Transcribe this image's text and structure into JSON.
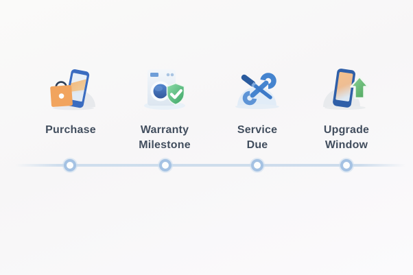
{
  "page": {
    "background_top": "#fafaf9",
    "background_bottom": "#fbfafc"
  },
  "timeline": {
    "line_color": "#cfdeed",
    "node_ring_color": "#a5c2e3",
    "node_fill_color": "#ffffff",
    "label_color": "#424e5e",
    "accent_colors": {
      "orange": "#f1a45e",
      "blue": "#3a6cc0",
      "green": "#4aa35a",
      "light_blue": "#e1ecf7"
    },
    "milestones": [
      {
        "id": "purchase",
        "icon": "shopping-bag-phone-icon",
        "lines": [
          "Purchase"
        ]
      },
      {
        "id": "warranty-milestone",
        "icon": "washer-shield-check-icon",
        "lines": [
          "Warranty",
          "Milestone"
        ]
      },
      {
        "id": "service-due",
        "icon": "wrench-screwdriver-icon",
        "lines": [
          "Service",
          "Due"
        ]
      },
      {
        "id": "upgrade-window",
        "icon": "phone-upgrade-arrow-icon",
        "lines": [
          "Upgrade",
          "Window"
        ]
      }
    ]
  }
}
